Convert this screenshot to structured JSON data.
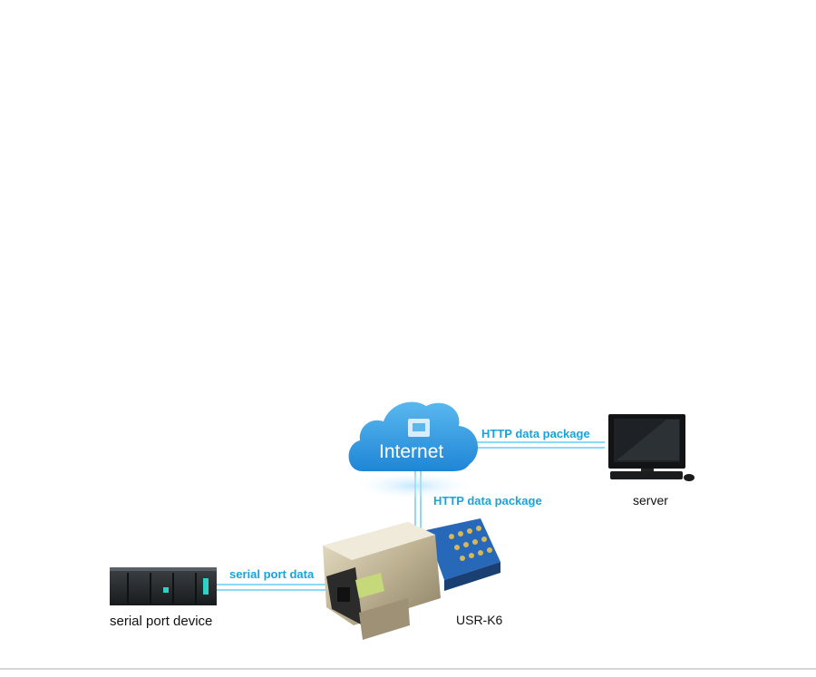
{
  "cloud": {
    "label": "Internet",
    "color": "#2f9be3",
    "icon": "network-port-icon"
  },
  "links": {
    "cloud_to_server": "HTTP data package",
    "cloud_to_module": "HTTP data package",
    "device_to_module": "serial port data",
    "color": "#19a3dc"
  },
  "nodes": {
    "server": "server",
    "module": "USR-K6",
    "device": "serial port device"
  }
}
